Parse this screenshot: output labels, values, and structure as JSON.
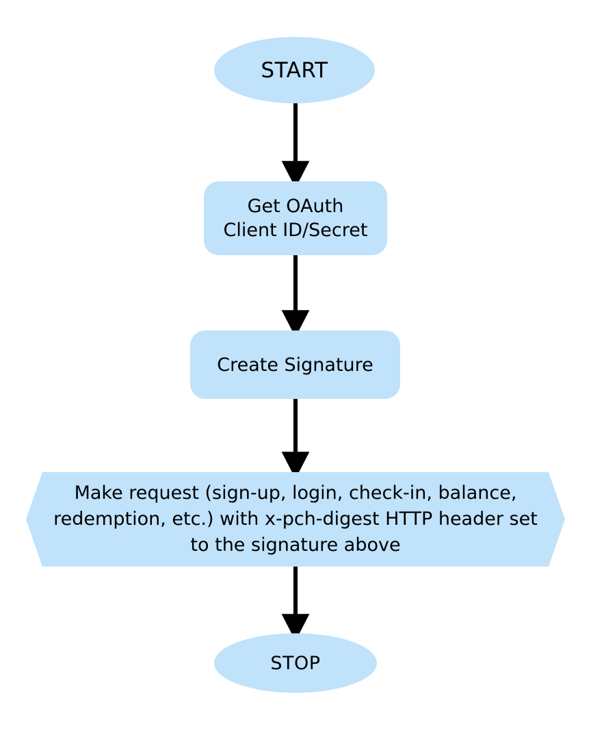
{
  "diagram": {
    "title": "OAuth signed request flowchart",
    "background_color": "#ffffff",
    "node_fill_color": "#c0e2fb",
    "connector_color": "#000000",
    "text_color": "#000000"
  },
  "nodes": {
    "start": {
      "label": "START",
      "shape": "ellipse",
      "type": "terminator"
    },
    "oauth_credentials": {
      "label": "Get OAuth\nClient ID/Secret",
      "shape": "rounded-rectangle",
      "type": "process"
    },
    "create_signature": {
      "label": "Create Signature",
      "shape": "rounded-rectangle",
      "type": "process"
    },
    "make_request": {
      "label": "Make request (sign-up, login, check-in, balance, redemption, etc.) with x-pch-digest HTTP header set to the signature above",
      "shape": "hexagon",
      "type": "preparation"
    },
    "stop": {
      "label": "STOP",
      "shape": "ellipse",
      "type": "terminator"
    }
  },
  "connectors": [
    {
      "name": "start-to-oauth",
      "from": "start",
      "to": "oauth_credentials",
      "label": ""
    },
    {
      "name": "oauth-to-signature",
      "from": "oauth_credentials",
      "to": "create_signature",
      "label": ""
    },
    {
      "name": "signature-to-request",
      "from": "create_signature",
      "to": "make_request",
      "label": ""
    },
    {
      "name": "request-to-stop",
      "from": "make_request",
      "to": "stop",
      "label": ""
    }
  ]
}
